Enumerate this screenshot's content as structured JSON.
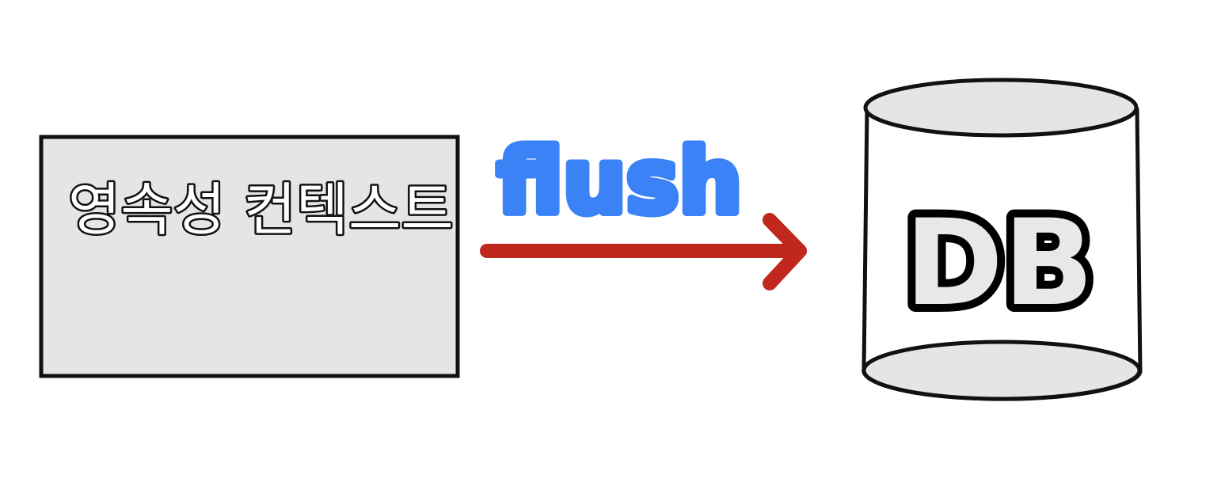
{
  "diagram": {
    "source": {
      "label": "영속성 컨텍스트",
      "fill_color": "#e5e5e5",
      "border_color": "#111111"
    },
    "edge": {
      "label": "flush",
      "label_color": "#3b82f6",
      "arrow_color": "#c0281e",
      "icon": "arrow-right-icon"
    },
    "target": {
      "label": "DB",
      "shape": "cylinder-icon",
      "fill_color": "#e5e5e5",
      "border_color": "#111111"
    }
  }
}
